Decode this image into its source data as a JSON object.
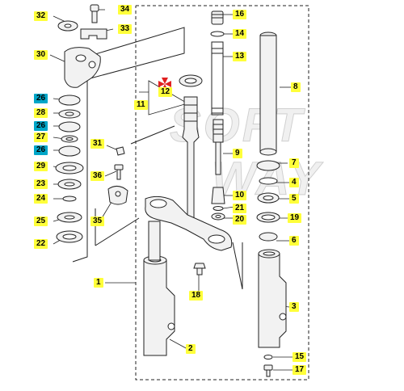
{
  "colors": {
    "label_yellow": "#ffff3a",
    "label_cyan": "#00a6c8",
    "line": "#222222",
    "part_fill": "#f2f2f2",
    "highlight_red": "#e02020"
  },
  "watermark": {
    "line1": "SOFT",
    "line2": "WAY"
  },
  "callouts": [
    {
      "id": "c34",
      "text": "34",
      "color": "yellow"
    },
    {
      "id": "c32",
      "text": "32",
      "color": "yellow"
    },
    {
      "id": "c33",
      "text": "33",
      "color": "yellow"
    },
    {
      "id": "c30",
      "text": "30",
      "color": "yellow"
    },
    {
      "id": "c26a",
      "text": "26",
      "color": "cyan"
    },
    {
      "id": "c28",
      "text": "28",
      "color": "yellow"
    },
    {
      "id": "c26b",
      "text": "26",
      "color": "cyan"
    },
    {
      "id": "c27",
      "text": "27",
      "color": "yellow"
    },
    {
      "id": "c26c",
      "text": "26",
      "color": "cyan"
    },
    {
      "id": "c29",
      "text": "29",
      "color": "yellow"
    },
    {
      "id": "c23",
      "text": "23",
      "color": "yellow"
    },
    {
      "id": "c24",
      "text": "24",
      "color": "yellow"
    },
    {
      "id": "c25",
      "text": "25",
      "color": "yellow"
    },
    {
      "id": "c22",
      "text": "22",
      "color": "yellow"
    },
    {
      "id": "c31",
      "text": "31",
      "color": "yellow"
    },
    {
      "id": "c36",
      "text": "36",
      "color": "yellow"
    },
    {
      "id": "c35",
      "text": "35",
      "color": "yellow"
    },
    {
      "id": "c12",
      "text": "12",
      "color": "yellow"
    },
    {
      "id": "c11",
      "text": "11",
      "color": "yellow"
    },
    {
      "id": "c16",
      "text": "16",
      "color": "yellow"
    },
    {
      "id": "c14",
      "text": "14",
      "color": "yellow"
    },
    {
      "id": "c13",
      "text": "13",
      "color": "yellow"
    },
    {
      "id": "c8",
      "text": "8",
      "color": "yellow"
    },
    {
      "id": "c9",
      "text": "9",
      "color": "yellow"
    },
    {
      "id": "c7",
      "text": "7",
      "color": "yellow"
    },
    {
      "id": "c4",
      "text": "4",
      "color": "yellow"
    },
    {
      "id": "c10",
      "text": "10",
      "color": "yellow"
    },
    {
      "id": "c5",
      "text": "5",
      "color": "yellow"
    },
    {
      "id": "c21",
      "text": "21",
      "color": "yellow"
    },
    {
      "id": "c20",
      "text": "20",
      "color": "yellow"
    },
    {
      "id": "c19",
      "text": "19",
      "color": "yellow"
    },
    {
      "id": "c6",
      "text": "6",
      "color": "yellow"
    },
    {
      "id": "c1",
      "text": "1",
      "color": "yellow"
    },
    {
      "id": "c18",
      "text": "18",
      "color": "yellow"
    },
    {
      "id": "c3",
      "text": "3",
      "color": "yellow"
    },
    {
      "id": "c2",
      "text": "2",
      "color": "yellow"
    },
    {
      "id": "c15",
      "text": "15",
      "color": "yellow"
    },
    {
      "id": "c17",
      "text": "17",
      "color": "yellow"
    }
  ]
}
